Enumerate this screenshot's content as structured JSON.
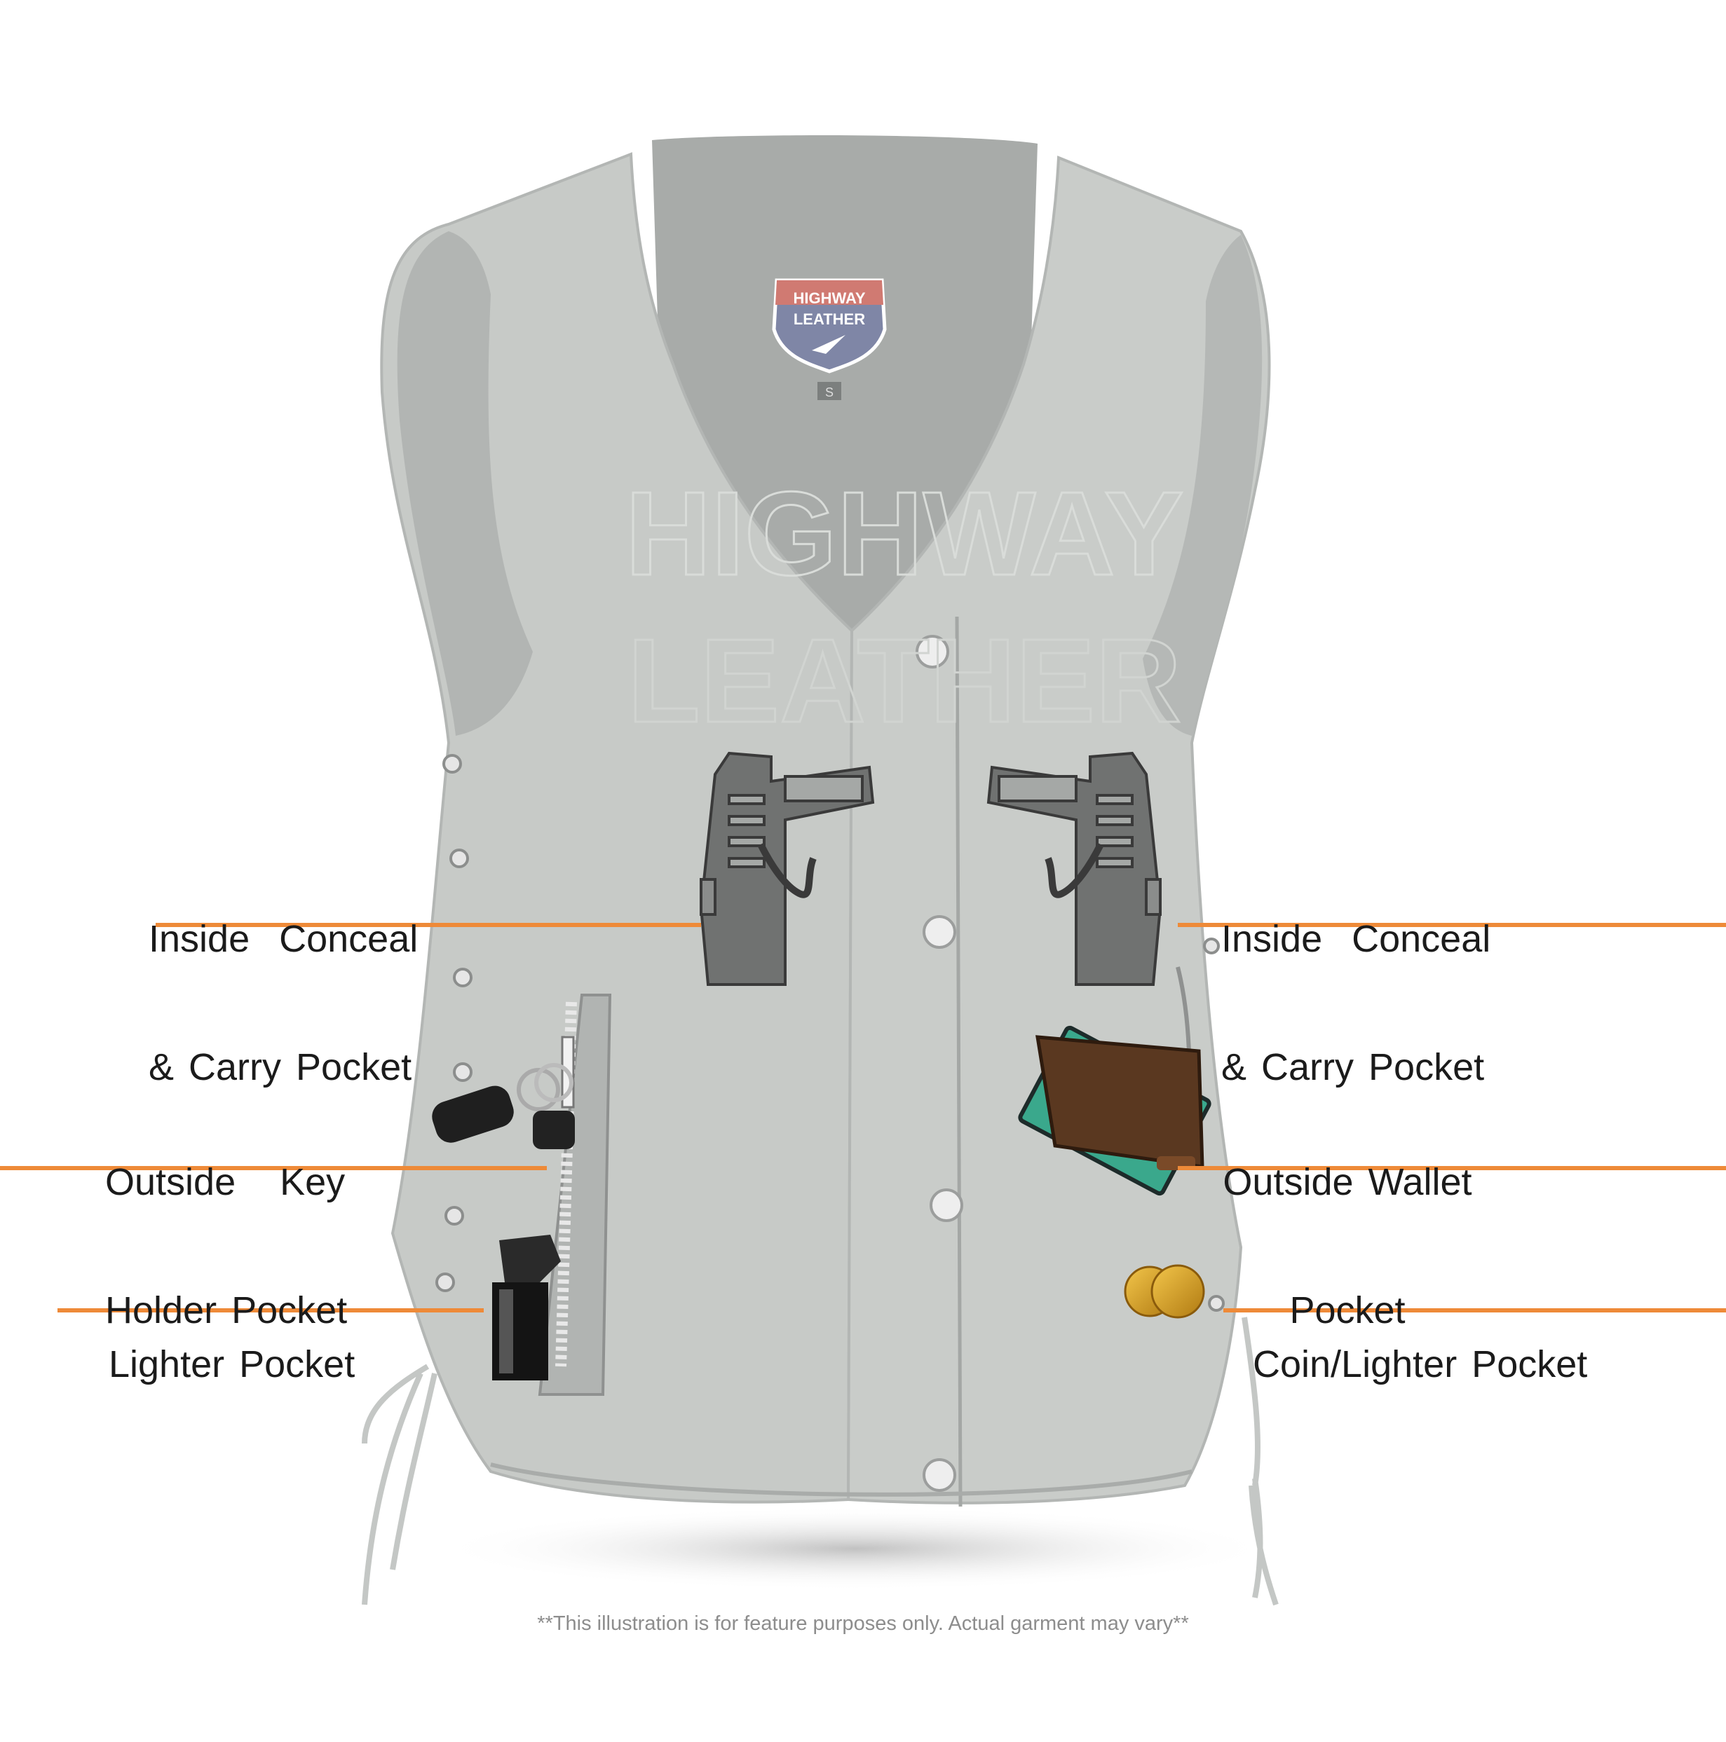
{
  "brand": {
    "badge_line1": "HIGHWAY",
    "badge_line2": "LEATHER",
    "size_tag": "S",
    "watermark_line1": "HIGHWAY",
    "watermark_line2": "LEATHER"
  },
  "callouts": {
    "left_conceal": [
      "Inside  Conceal",
      "& Carry Pocket"
    ],
    "right_conceal": [
      "Inside  Conceal",
      "& Carry Pocket"
    ],
    "key_holder": [
      "Outside   Key",
      "Holder Pocket"
    ],
    "wallet": [
      "Outside Wallet",
      "Pocket"
    ],
    "lighter": [
      "Lighter Pocket"
    ],
    "coin_lighter": [
      "Coin/Lighter Pocket"
    ]
  },
  "icons": [
    "handgun-icon",
    "key-fob-icon",
    "zipper-icon",
    "lighter-icon",
    "wallet-icon",
    "dollar-bill-icon",
    "coin-icon"
  ],
  "disclaimer": "**This illustration is for feature purposes only. Actual garment may vary**",
  "colors": {
    "leader_line": "#ee8a38",
    "vest": "#c5c8c5",
    "vest_shadow": "#a9acaa",
    "label": "#1b1b1b"
  }
}
